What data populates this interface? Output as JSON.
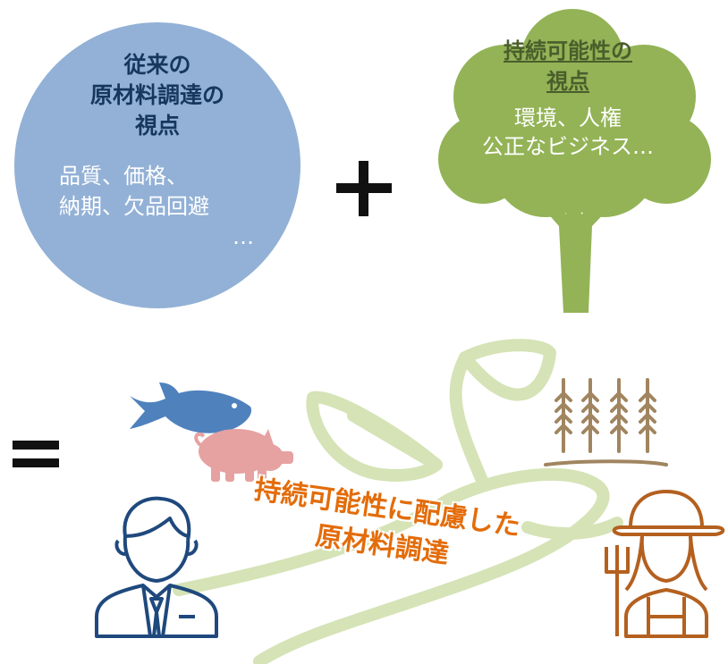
{
  "traditional": {
    "title": [
      "従来の",
      "原材料調達の",
      "視点"
    ],
    "body": [
      "品質、価格、",
      "納期、欠品回避"
    ],
    "ellipsis": "…",
    "color": "#93b1d6"
  },
  "operators": {
    "plus_icon": "plus-icon",
    "equals_icon": "equals-icon"
  },
  "sustainability": {
    "title": [
      "持続可能性の",
      "視点"
    ],
    "body": [
      "環境、人権",
      "公正なビジネス…"
    ],
    "color": "#93b356"
  },
  "result": {
    "headline": [
      "持続可能性に配慮した",
      "原材料調達"
    ],
    "color": "#e36c0a"
  },
  "icons": [
    "fish-icon",
    "pig-icon",
    "wheat-icon",
    "businessman-icon",
    "farmer-icon",
    "sprout-icon"
  ]
}
